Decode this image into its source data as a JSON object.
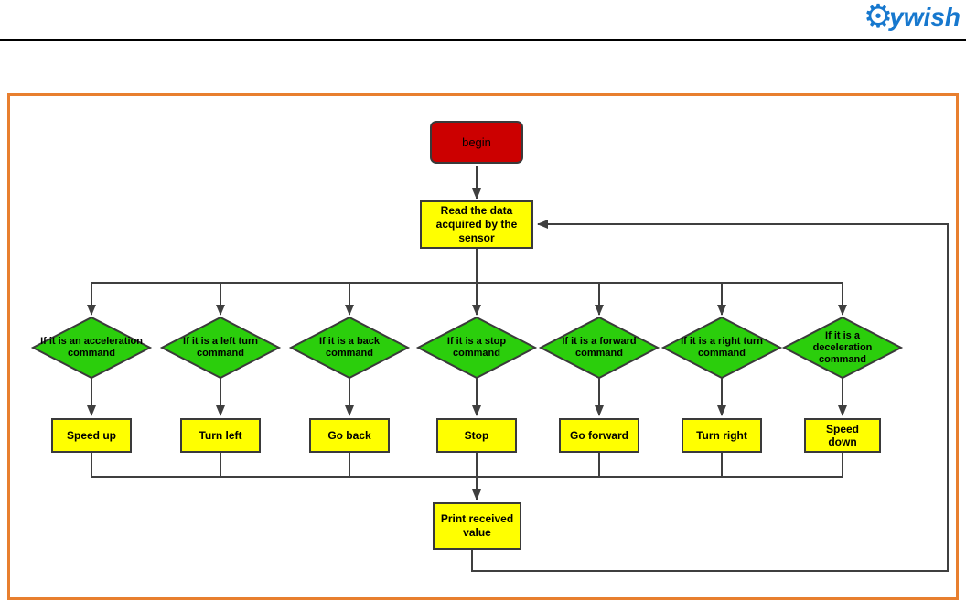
{
  "brand": {
    "text": "ywish"
  },
  "diagram": {
    "start": {
      "label": "begin"
    },
    "read": {
      "label": "Read the data acquired by the sensor"
    },
    "branches": [
      {
        "condition": "If it is an acceleration command",
        "action": "Speed up"
      },
      {
        "condition": "If it is a left turn command",
        "action": "Turn left"
      },
      {
        "condition": "If it is a back command",
        "action": "Go back"
      },
      {
        "condition": "If it is a stop command",
        "action": "Stop"
      },
      {
        "condition": "If it is a forward command",
        "action": "Go forward"
      },
      {
        "condition": "If it is a right turn command",
        "action": "Turn right"
      },
      {
        "condition": "If it is a deceleration command",
        "action": "Speed down"
      }
    ],
    "print": {
      "label": "Print received value"
    }
  },
  "colors": {
    "start_fill": "#cc0000",
    "process_fill": "#ffff00",
    "decision_fill": "#2bce0c",
    "shape_border": "#3a3a3a",
    "connector": "#3f3f3f",
    "panel_border": "#e87f2f",
    "brand_blue": "#1778ce"
  }
}
